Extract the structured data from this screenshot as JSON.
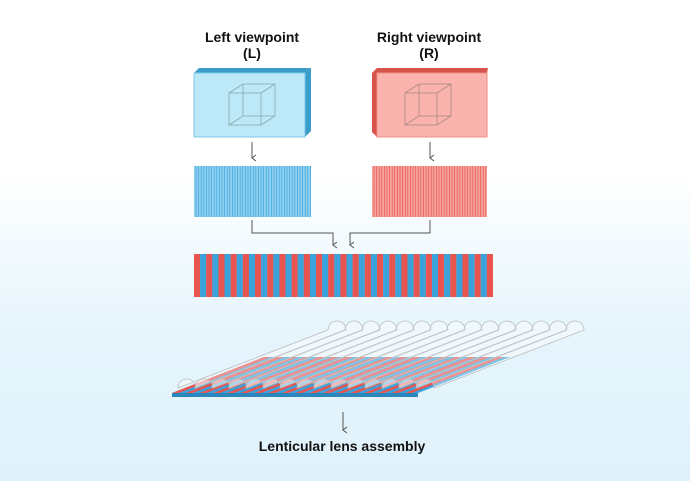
{
  "left_view": {
    "title": "Left viewpoint",
    "tag": "(L)"
  },
  "right_view": {
    "title": "Right viewpoint",
    "tag": "(R)"
  },
  "caption": "Lenticular lens assembly",
  "colors": {
    "blue": "#3aa3dc",
    "blue_light": "#bde8f8",
    "red": "#e8544f",
    "red_light": "#fbb3ad",
    "text": "#111111"
  }
}
